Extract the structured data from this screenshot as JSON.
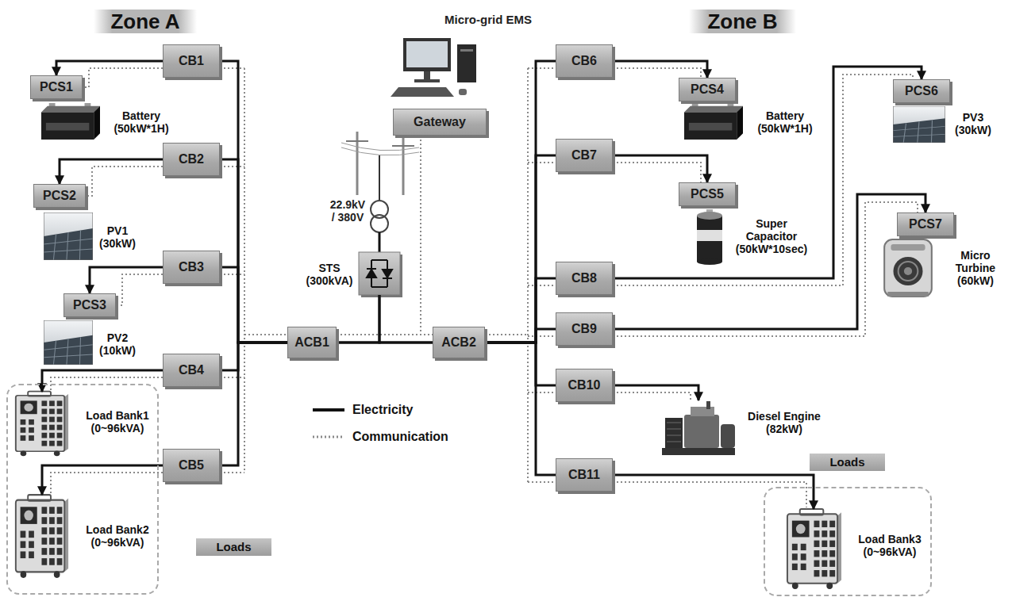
{
  "diagram": {
    "nodes": [
      {
        "text": [
          "Zone A"
        ]
      },
      {
        "text": [
          "CB1"
        ]
      },
      {
        "text": [
          "PCS1"
        ]
      },
      {
        "text": [
          "Battery (50kW*1H)"
        ]
      },
      {
        "text": [
          "CB2"
        ]
      },
      {
        "text": [
          "PCS2"
        ]
      },
      {
        "text": [
          "PV1 (30kW)"
        ]
      },
      {
        "text": [
          "CB3"
        ]
      },
      {
        "text": [
          "PCS3"
        ]
      },
      {
        "text": [
          "PV2 (10kW)"
        ]
      },
      {
        "text": [
          "CB4"
        ]
      },
      {
        "text": [
          "Loads"
        ]
      },
      {
        "text": [
          "Load Bank1 (0~96kVA)"
        ],
        "in": 11
      },
      {
        "text": [
          "CB5"
        ]
      },
      {
        "text": [
          "Load Bank2 (0~96kVA)"
        ],
        "in": 11
      },
      {
        "text": [
          "Gateway"
        ]
      },
      {
        "text": [
          "STS (300kVA)"
        ]
      },
      {
        "text": [
          "ACB1"
        ]
      },
      {
        "text": [
          "ACB2"
        ]
      },
      {
        "text": [
          "Zone B"
        ]
      },
      {
        "text": [
          "CB6"
        ]
      },
      {
        "text": [
          "PCS4"
        ]
      },
      {
        "text": [
          "Battery (50kW*1H)"
        ]
      },
      {
        "text": [
          "CB7"
        ]
      },
      {
        "text": [
          "PCS5"
        ]
      },
      {
        "text": [
          "Super Capacitor (50kW*10sec)"
        ]
      },
      {
        "text": [
          "PCS6"
        ]
      },
      {
        "text": [
          "PV3 (30kW)"
        ]
      },
      {
        "text": [
          "CB8"
        ]
      },
      {
        "text": [
          "CB9"
        ]
      },
      {
        "text": [
          "PCS7"
        ]
      },
      {
        "text": [
          "Micro Turbine (60kW)"
        ]
      },
      {
        "text": [
          "CB10"
        ]
      },
      {
        "text": [
          "Diesel Engine (82kW)"
        ]
      },
      {
        "text": [
          "CB11"
        ]
      },
      {
        "text": [
          "Loads"
        ]
      },
      {
        "text": [
          "Load Bank3 (0~96kVA)"
        ],
        "in": 35
      }
    ],
    "edges": [
      {
        "from": 1,
        "to": 17,
        "arrow": "none"
      },
      {
        "from": 4,
        "to": 17,
        "arrow": "none"
      },
      {
        "from": 7,
        "to": 17,
        "arrow": "none"
      },
      {
        "from": 10,
        "to": 17,
        "arrow": "none"
      },
      {
        "from": 13,
        "to": 17,
        "arrow": "none"
      },
      {
        "from": 16,
        "to": 17,
        "arrow": "none"
      },
      {
        "from": 17,
        "to": 18,
        "arrow": "none"
      },
      {
        "from": 16,
        "to": 18,
        "arrow": "none"
      },
      {
        "from": 18,
        "to": 20,
        "arrow": "none"
      },
      {
        "from": 18,
        "to": 23,
        "arrow": "none"
      },
      {
        "from": 18,
        "to": 28,
        "arrow": "none"
      },
      {
        "from": 18,
        "to": 29,
        "arrow": "none"
      },
      {
        "from": 18,
        "to": 32,
        "arrow": "none"
      },
      {
        "from": 18,
        "to": 34,
        "arrow": "none"
      },
      {
        "from": 1,
        "to": 2,
        "arrow": "to"
      },
      {
        "from": 4,
        "to": 5,
        "arrow": "to"
      },
      {
        "from": 7,
        "to": 8,
        "arrow": "to"
      },
      {
        "from": 10,
        "to": 12,
        "arrow": "to"
      },
      {
        "from": 13,
        "to": 14,
        "arrow": "to"
      },
      {
        "from": 20,
        "to": 21,
        "arrow": "to"
      },
      {
        "from": 23,
        "to": 24,
        "arrow": "to"
      },
      {
        "from": 28,
        "to": 26,
        "arrow": "to"
      },
      {
        "from": 29,
        "to": 30,
        "arrow": "to"
      },
      {
        "from": 32,
        "to": 33,
        "arrow": "to"
      },
      {
        "from": 34,
        "to": 36,
        "arrow": "to"
      }
    ],
    "labels": [
      "Micro-grid EMS",
      "22.9kV / 380V"
    ],
    "legend": [
      {
        "text": "Electricity"
      },
      {
        "text": "Communication"
      }
    ]
  }
}
